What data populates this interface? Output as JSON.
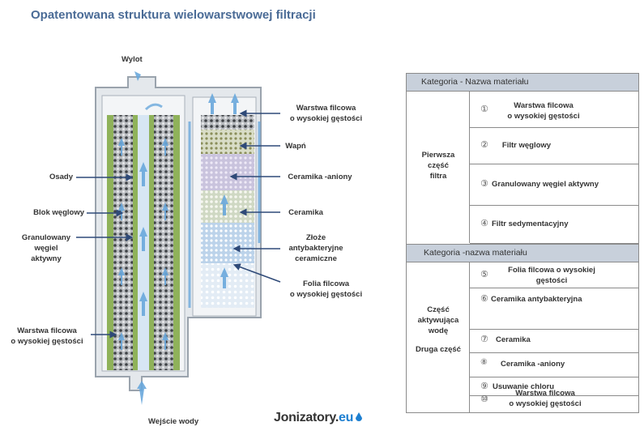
{
  "title": "Opatentowana struktura wielowarstwowej filtracji",
  "diagram": {
    "outlet": "Wylot",
    "inlet": "Wejście wody",
    "left_labels": [
      {
        "text": "Osady"
      },
      {
        "text": "Blok węglowy"
      },
      {
        "text": "Granulowany\nwęgiel\naktywny"
      },
      {
        "text": "Warstwa filcowa\no wysokiej gęstości"
      }
    ],
    "right_labels": [
      {
        "text": "Warstwa filcowa\no wysokiej gęstości"
      },
      {
        "text": "Wapń"
      },
      {
        "text": "Ceramika -aniony"
      },
      {
        "text": "Ceramika"
      },
      {
        "text": "Złoże\nantybakteryjne\nceramiczne"
      },
      {
        "text": "Folia filcowa\no wysokiej gęstości"
      }
    ],
    "logo": {
      "main": "Jonizatory.",
      "suffix": "eu"
    }
  },
  "table": {
    "header1": "Kategoria - Nazwa materiału",
    "header2": "Kategoria -nazwa materiału",
    "cat1": "Pierwsza\nczęść\nfiltra",
    "cat2a": "Część\naktywująca\nwodę",
    "cat2b": "Druga część",
    "group1": [
      {
        "num": "①",
        "text": "Warstwa filcowa\no wysokiej gęstości"
      },
      {
        "num": "②",
        "text": "Filtr węglowy"
      },
      {
        "num": "③",
        "text": "Granulowany węgiel aktywny"
      },
      {
        "num": "④",
        "text": "Filtr sedymentacyjny"
      }
    ],
    "group2": [
      {
        "num": "⑤",
        "text": "Folia filcowa o wysokiej\ngęstości"
      },
      {
        "num": "⑥",
        "text": "Ceramika antybakteryjna"
      },
      {
        "num": "⑦",
        "text": "Ceramika"
      },
      {
        "num": "⑧",
        "text": "Ceramika -aniony"
      },
      {
        "num": "⑨",
        "text": "Usuwanie chloru"
      },
      {
        "num": "⑩",
        "text": "Warstwa filcowa\no wysokiej gęstości"
      }
    ]
  }
}
